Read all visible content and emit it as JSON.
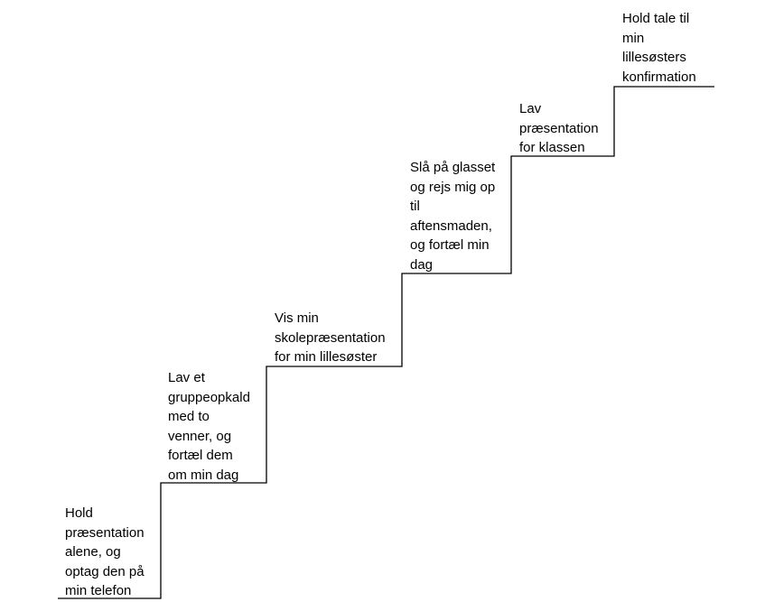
{
  "diagram": {
    "steps": [
      {
        "id": "step-1",
        "lines": [
          "Hold",
          "præsentation",
          "alene, og",
          "optag den på",
          "min telefon"
        ]
      },
      {
        "id": "step-2",
        "lines": [
          "Lav et",
          "gruppeopkald",
          "med to",
          "venner, og",
          "fortæl dem",
          "om min dag"
        ]
      },
      {
        "id": "step-3",
        "lines": [
          "Vis min",
          "skolepræsentation",
          "for min lillesøster"
        ]
      },
      {
        "id": "step-4",
        "lines": [
          "Slå på glasset",
          "og rejs mig op",
          "til",
          "aftensmaden,",
          "og fortæl min",
          "dag"
        ]
      },
      {
        "id": "step-5",
        "lines": [
          "Lav",
          "præsentation",
          "for klassen"
        ]
      },
      {
        "id": "step-6",
        "lines": [
          "Hold tale til",
          "min",
          "lillesøsters",
          "konfirmation"
        ]
      }
    ],
    "line_color": "#000000",
    "text_color": "#000000",
    "background_color": "#ffffff"
  }
}
